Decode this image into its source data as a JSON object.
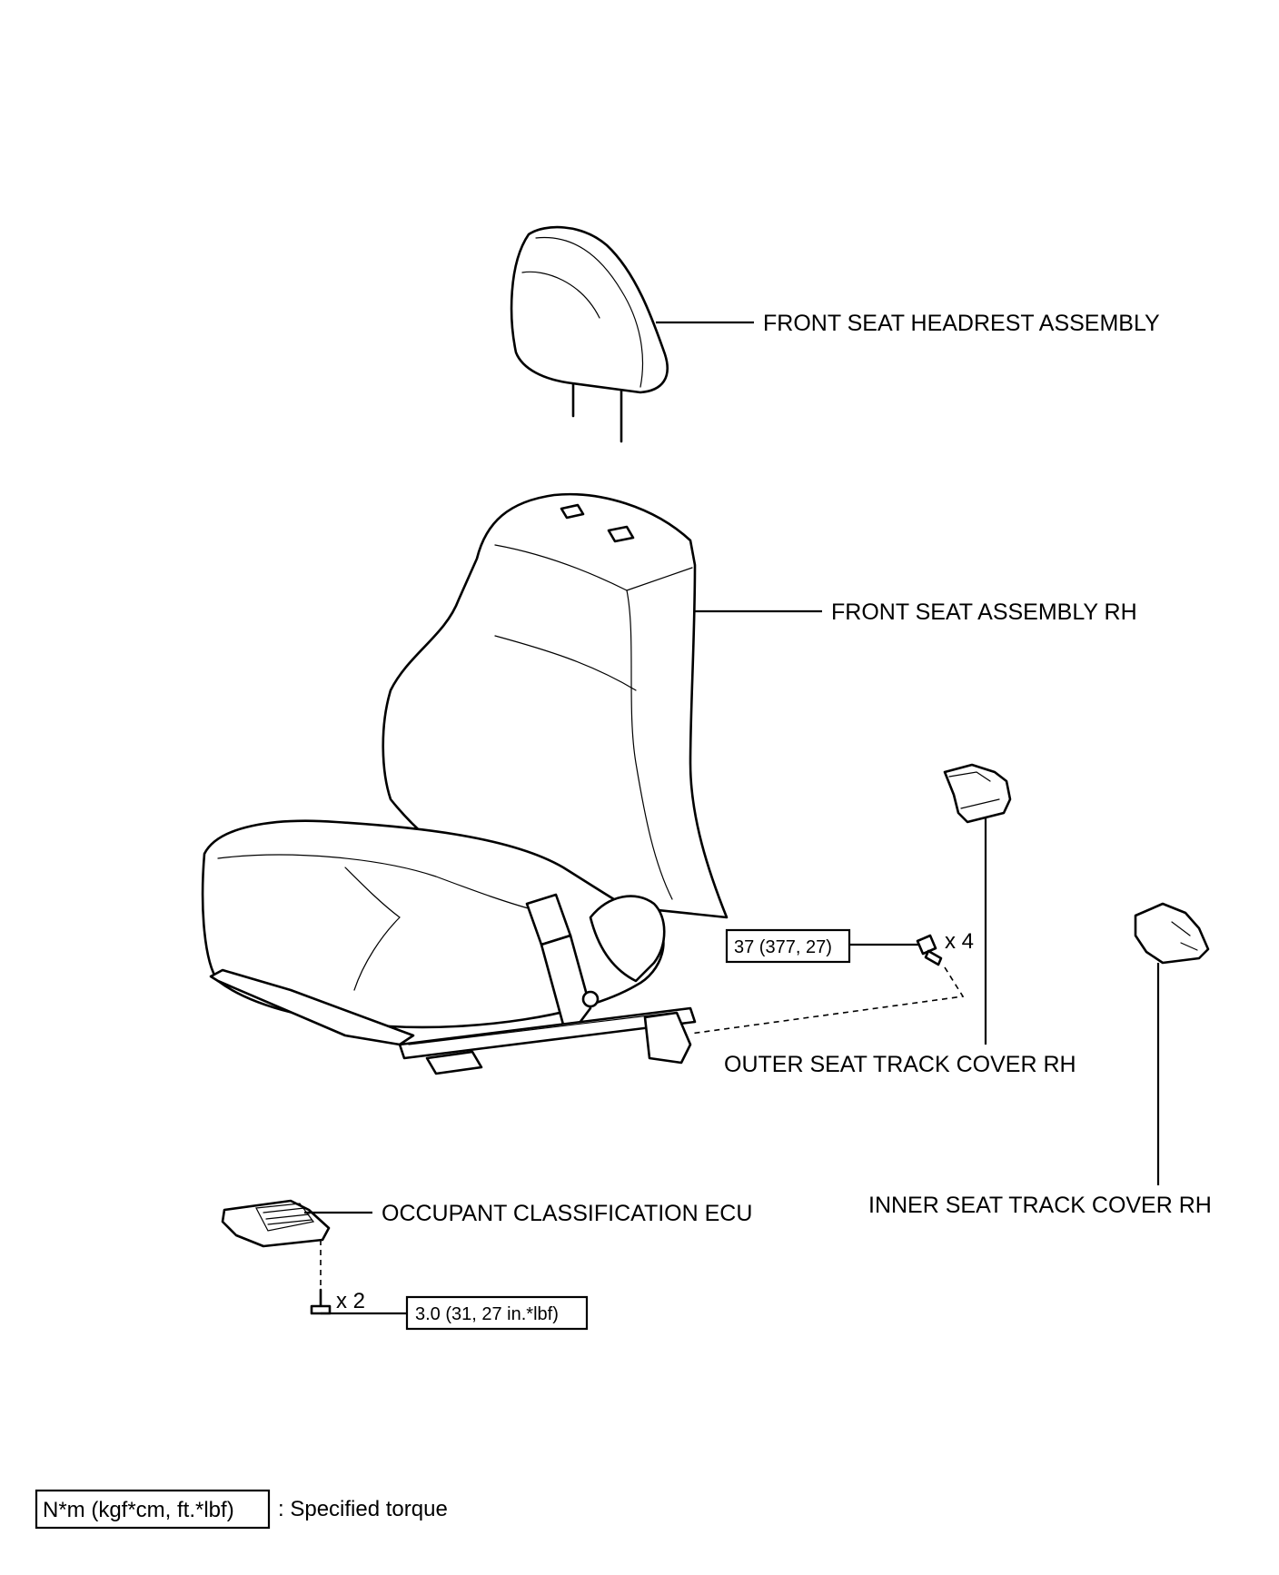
{
  "labels": {
    "headrest": "FRONT SEAT HEADREST ASSEMBLY",
    "seat": "FRONT SEAT ASSEMBLY RH",
    "outer_cover": "OUTER SEAT TRACK COVER RH",
    "inner_cover": "INNER SEAT TRACK COVER RH",
    "ecu": "OCCUPANT CLASSIFICATION ECU"
  },
  "torque": {
    "seat_bolt": "37 (377, 27)",
    "seat_bolt_qty": "x 4",
    "ecu_bolt": "3.0 (31, 27 in.*lbf)",
    "ecu_bolt_qty": "x 2"
  },
  "legend": {
    "box": "N*m (kgf*cm, ft.*lbf)",
    "text": ": Specified torque"
  }
}
